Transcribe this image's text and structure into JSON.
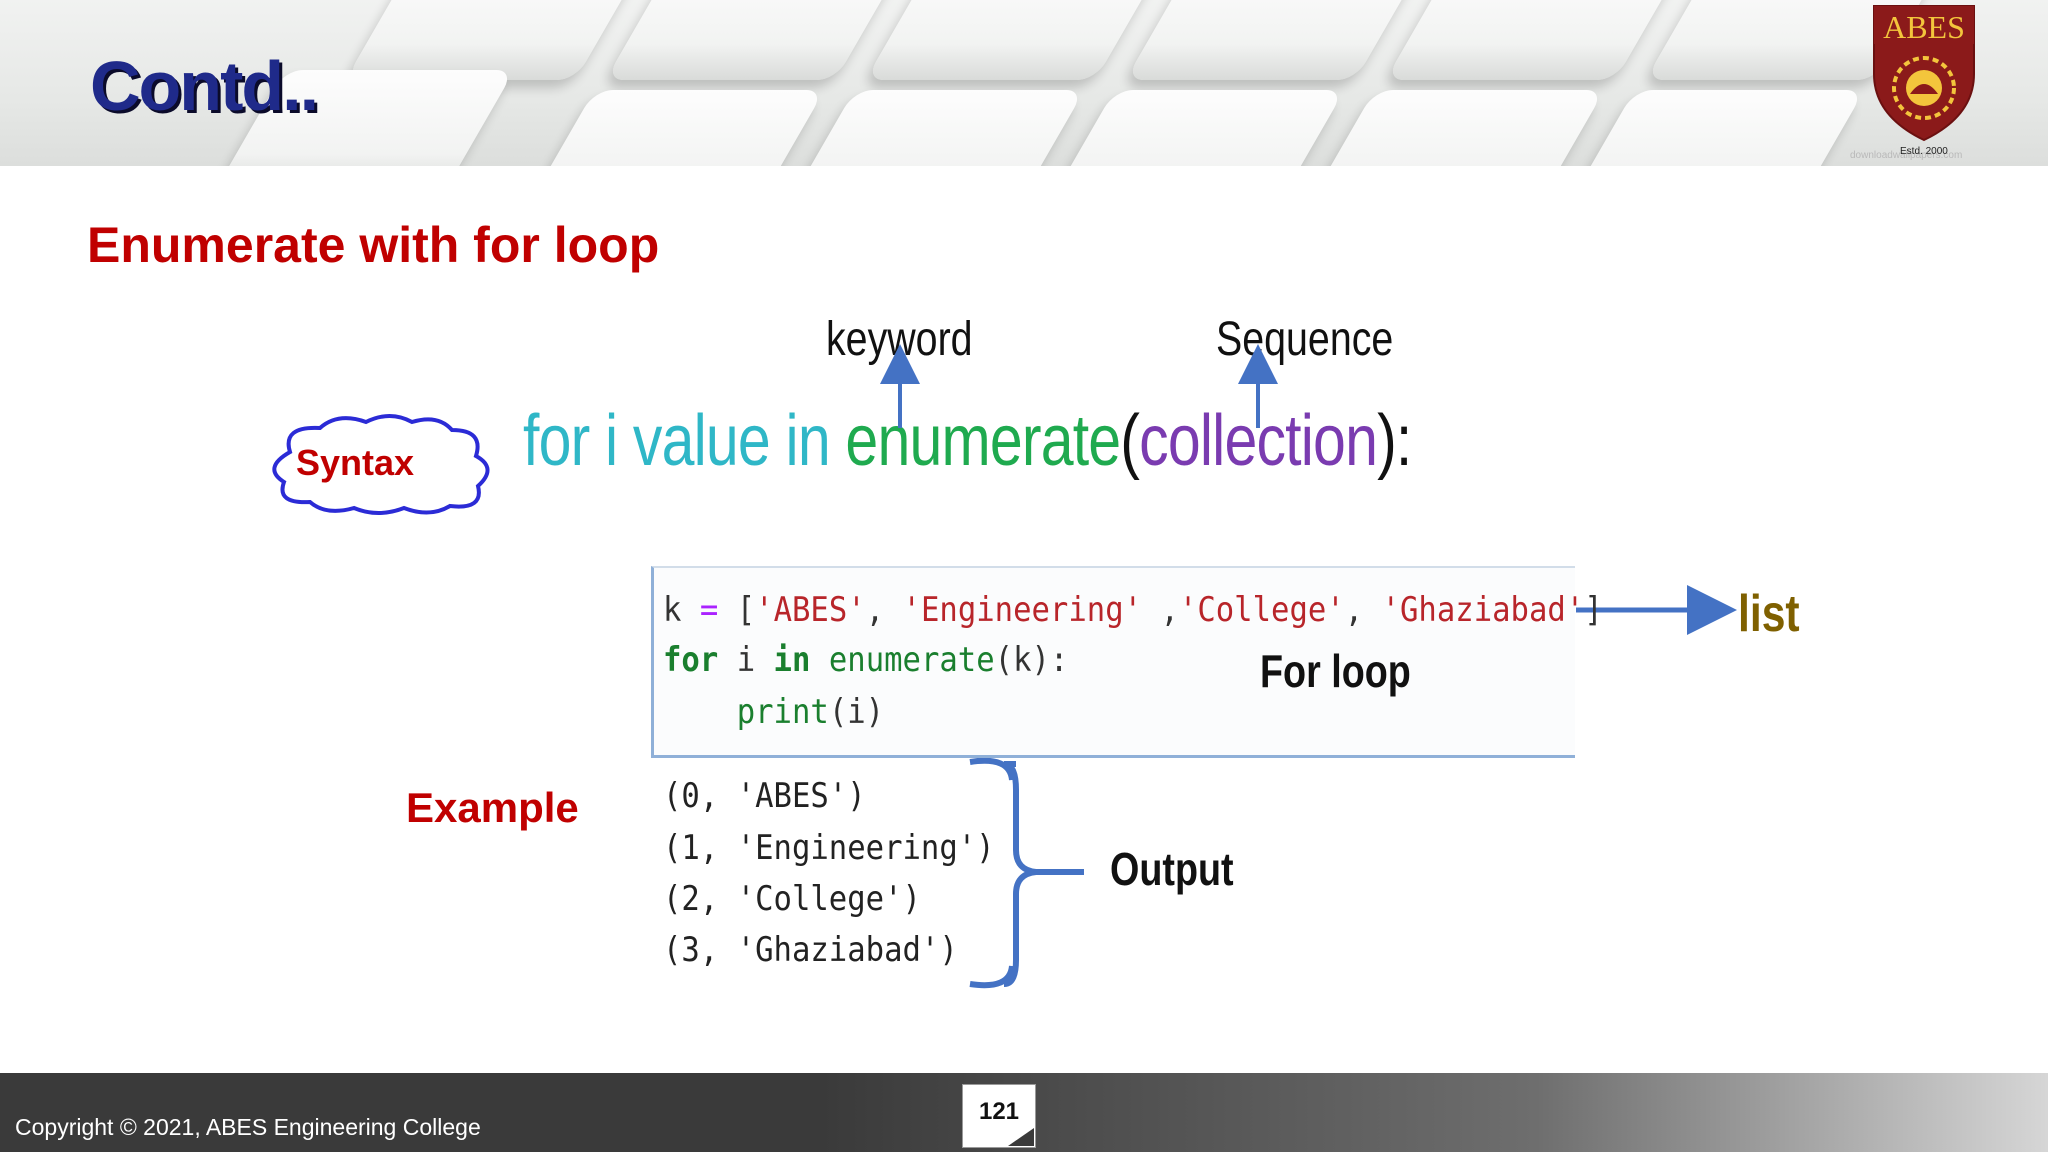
{
  "header": {
    "title": "Contd..",
    "logo_text": "ABES",
    "logo_est": "Estd. 2000",
    "watermark": "downloadwallpapers.com"
  },
  "main": {
    "heading": "Enumerate with for loop",
    "syntax": {
      "cloud_label": "Syntax",
      "annotation_keyword": "keyword",
      "annotation_sequence": "Sequence",
      "tokens": {
        "for_part": "for  i value in ",
        "func": "enumerate",
        "open": "(",
        "arg": "collection",
        "close": "):"
      }
    },
    "example": {
      "label": "Example",
      "code": {
        "line1": {
          "var": "k ",
          "eq": "=",
          "open": " [",
          "s1": "'ABES'",
          "sep1": ", ",
          "s2": "'Engineering'",
          "sep2": " ,",
          "s3": "'College'",
          "sep3": ", ",
          "s4": "'Ghaziabad'",
          "close": "]"
        },
        "line2": {
          "kw1": "for",
          "v": " i ",
          "kw2": "in",
          "sp": " ",
          "fn": "enumerate",
          "rest": "(k):"
        },
        "line3": {
          "indent": "    ",
          "fn": "print",
          "rest": "(i)"
        }
      },
      "list_label": "list",
      "for_loop_label": "For loop",
      "output_label": "Output",
      "output_lines": [
        "(0, 'ABES')",
        "(1, 'Engineering')",
        "(2, 'College')",
        "(3, 'Ghaziabad')"
      ]
    }
  },
  "footer": {
    "copyright": "Copyright © 2021, ABES Engineering College",
    "page_number": "121"
  },
  "colors": {
    "title_blue": "#1f2a8a",
    "heading_red": "#c00000",
    "arrow_blue": "#4472c4",
    "list_olive": "#7f6000"
  }
}
